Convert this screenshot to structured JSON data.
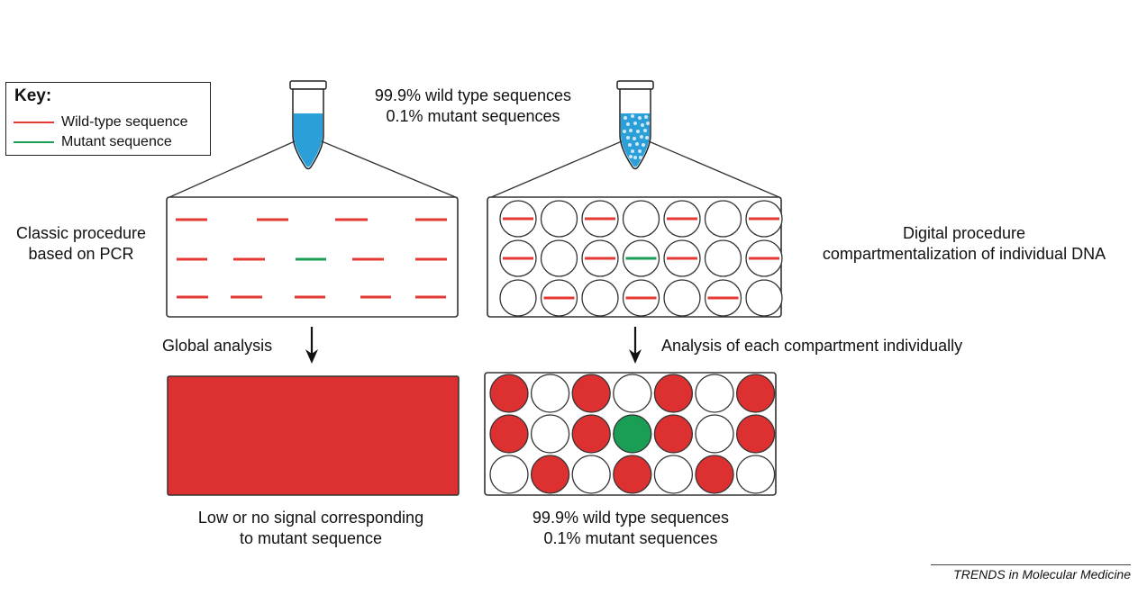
{
  "key": {
    "title": "Key:",
    "items": [
      {
        "label": "Wild-type sequence",
        "color": "#e53935"
      },
      {
        "label": "Mutant sequence",
        "color": "#1a9e55"
      }
    ]
  },
  "top_note": {
    "line1": "99.9% wild type sequences",
    "line2": "0.1% mutant sequences"
  },
  "classic": {
    "label_line1": "Classic procedure",
    "label_line2": "based on PCR",
    "analysis": "Global analysis",
    "result_line1": "Low or no signal corresponding",
    "result_line2": "to mutant sequence"
  },
  "digital": {
    "label_line1": "Digital procedure",
    "label_line2": "compartmentalization of individual DNA",
    "analysis": "Analysis of each compartment individually",
    "result_line1": "99.9% wild type sequences",
    "result_line2": "0.1% mutant sequences",
    "grid": [
      [
        "wt",
        "empty",
        "wt",
        "empty",
        "wt",
        "empty",
        "wt"
      ],
      [
        "wt",
        "empty",
        "wt",
        "mut",
        "wt",
        "empty",
        "wt"
      ],
      [
        "empty",
        "wt",
        "empty",
        "wt",
        "empty",
        "wt",
        "empty"
      ]
    ]
  },
  "colors": {
    "wild_type": "#e53935",
    "mutant": "#1a9e55",
    "tube_liquid": "#2b9fd8",
    "result_fill": "#dd3131",
    "outline": "#333333"
  },
  "credit": "TRENDS in Molecular Medicine"
}
